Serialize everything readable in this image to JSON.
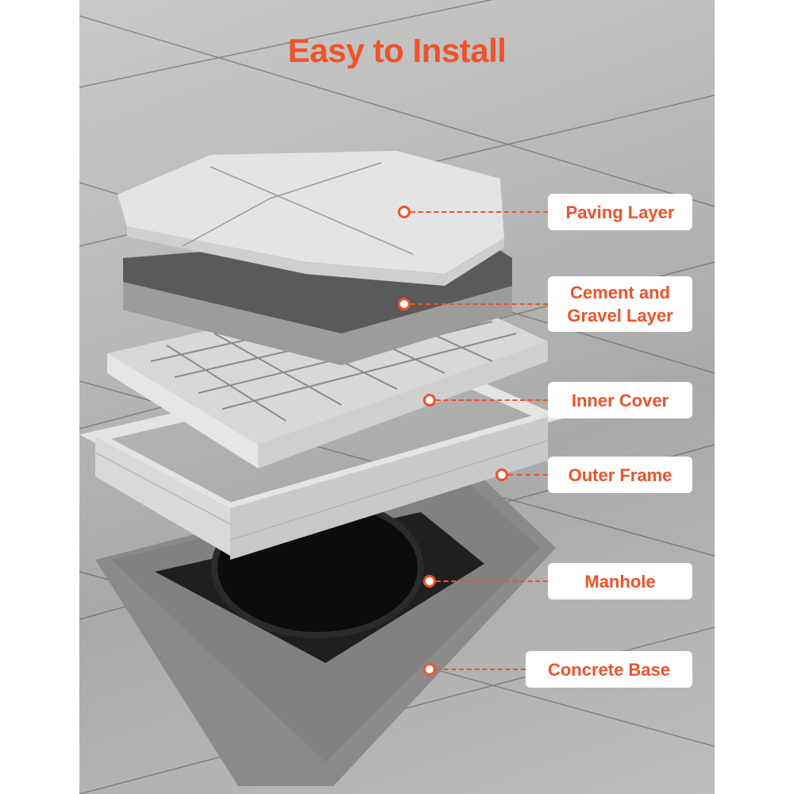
{
  "title": "Easy to Install",
  "accent_color": "#f0522a",
  "layers": [
    {
      "id": "paving",
      "label": "Paving Layer"
    },
    {
      "id": "cement",
      "label": "Cement and\nGravel Layer"
    },
    {
      "id": "inner",
      "label": "Inner Cover"
    },
    {
      "id": "outer",
      "label": "Outer Frame"
    },
    {
      "id": "manhole",
      "label": "Manhole"
    },
    {
      "id": "concrete",
      "label": "Concrete Base"
    }
  ]
}
